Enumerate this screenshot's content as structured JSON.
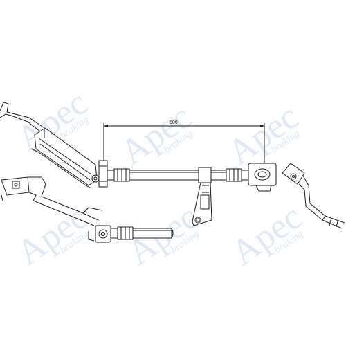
{
  "watermark": {
    "brand": "Apec",
    "tagline": "braking"
  },
  "dimension": {
    "value": "500"
  },
  "colors": {
    "line": "#1a1a1a",
    "watermark": "#dfe9f6",
    "background": "#ffffff"
  }
}
